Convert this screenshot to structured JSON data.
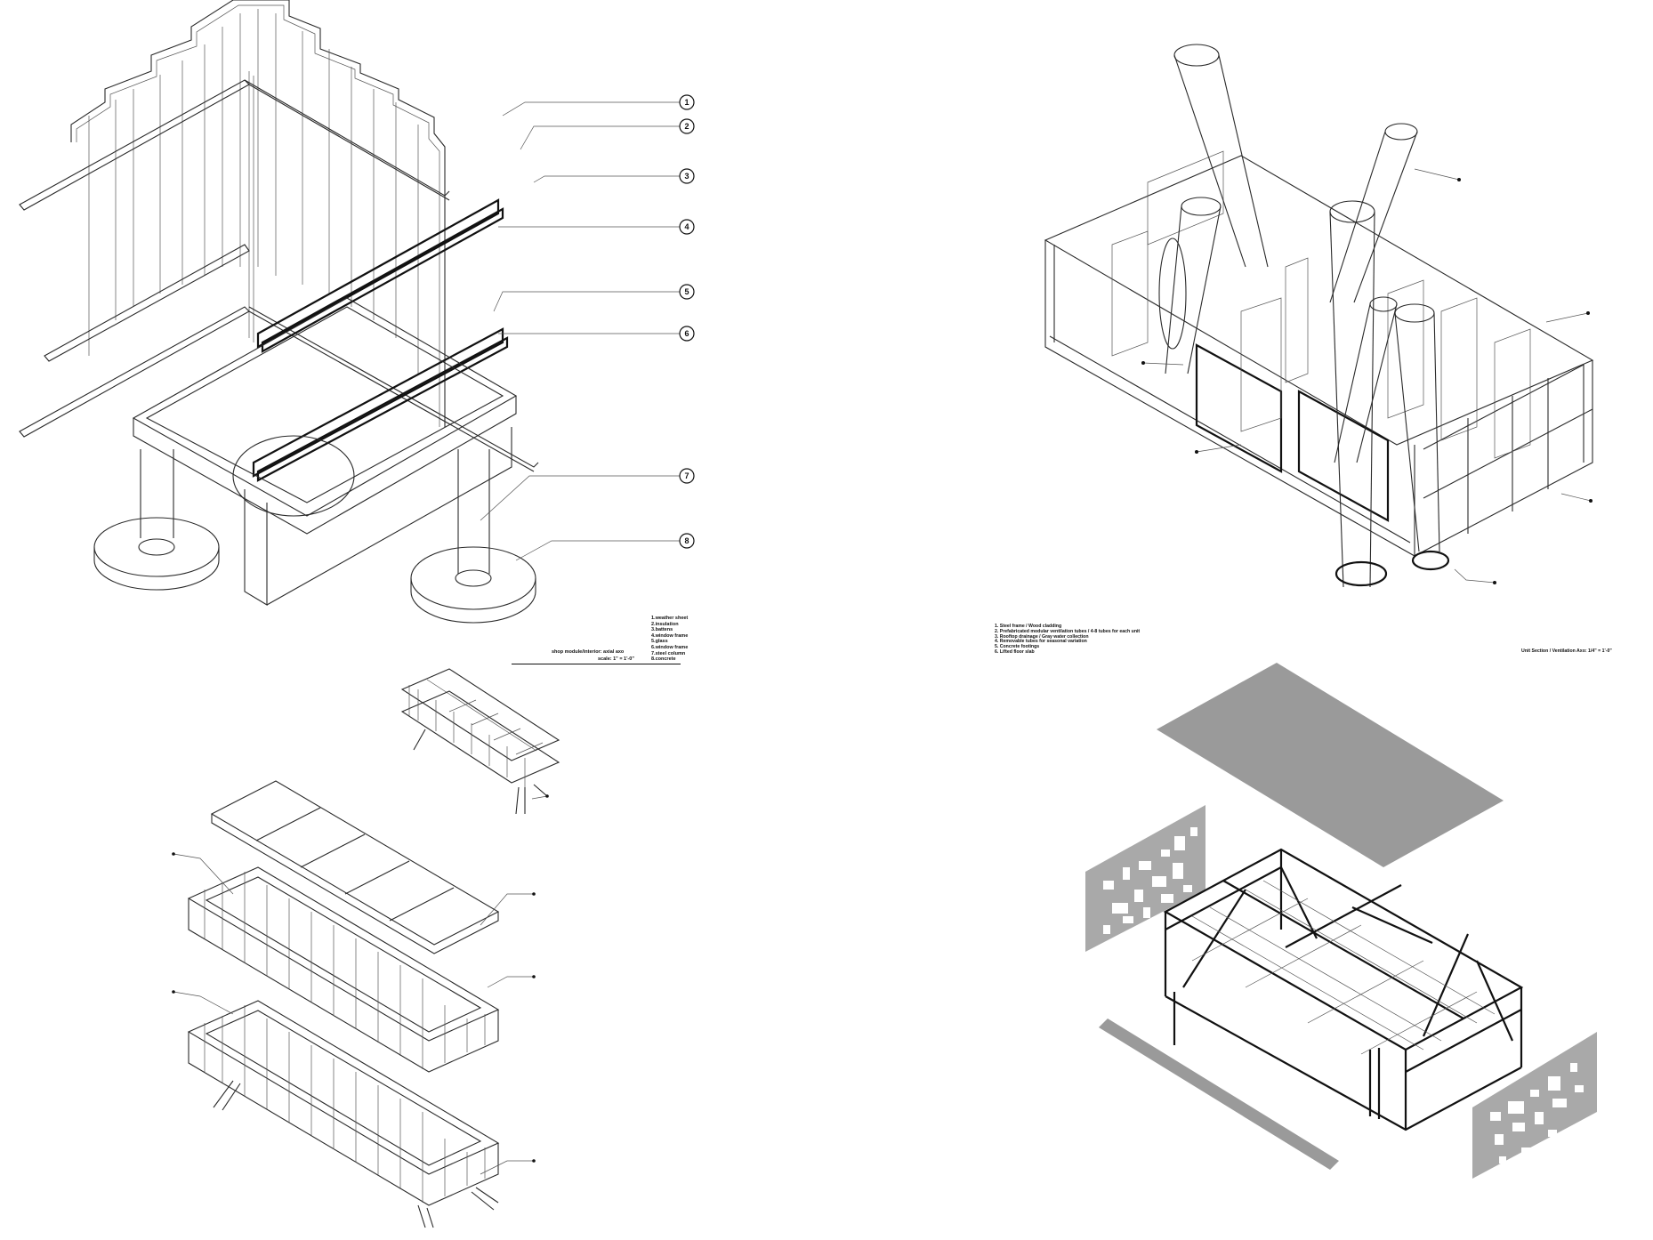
{
  "panels": {
    "top_left": {
      "callouts": [
        "1",
        "2",
        "3",
        "4",
        "5",
        "6",
        "7",
        "8"
      ],
      "legend": [
        "1.weather sheet",
        "2.insulation",
        "3.battens",
        "4.window frame",
        "5.glass",
        "6.window frame",
        "7.steel column",
        "8.concrete"
      ],
      "caption_title": "shop module/interior: axial axo",
      "caption_scale": "scale: 1\" = 1'-0\""
    },
    "top_right": {
      "notes": [
        "1. Steel frame / Wood cladding",
        "2. Prefabricated modular ventilation tubes / 4-8 tubes for each unit",
        "3. Rooftop drainage / Gray water collection",
        "4. Removable tubes for seasonal variation",
        "5. Concrete footings",
        "6. Lifted floor slab"
      ],
      "caption": "Unit Section / Ventilation Axo: 1/4\" = 1'-0\""
    }
  },
  "colors": {
    "line": "#2a2a2a",
    "plate": "#9a9a9a",
    "background": "#ffffff"
  }
}
